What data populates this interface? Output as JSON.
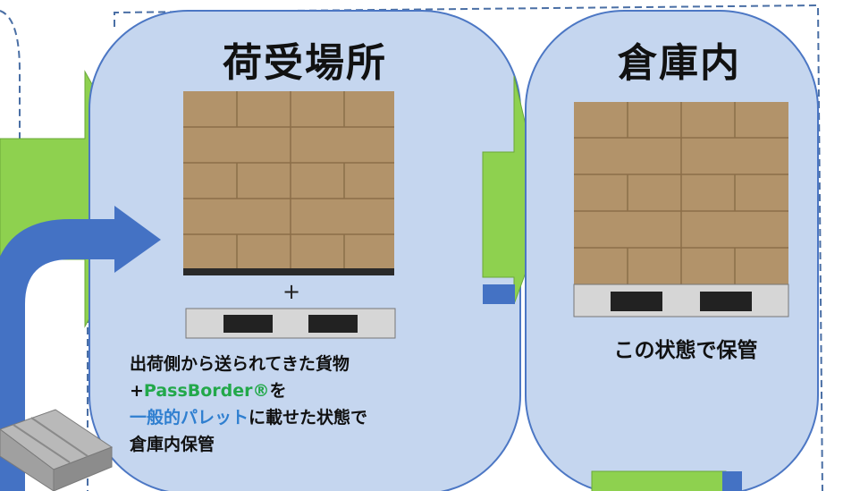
{
  "receiving": {
    "title": "荷受場所",
    "plus": "+",
    "caption_line1": "出荷側から送られてきた貨物",
    "caption_line2_prefix": "+",
    "caption_line2_brand": "PassBorder®",
    "caption_line2_suffix": "を",
    "caption_line3_highlight": "一般的パレット",
    "caption_line3_suffix": "に載せた状態で",
    "caption_line4": "倉庫内保管"
  },
  "warehouse": {
    "title": "倉庫内",
    "status": "この状態で保管"
  },
  "colors": {
    "panel_fill": "#c5d6ef",
    "panel_stroke": "#4c77c4",
    "arrow_green": "#8ed14f",
    "arrow_blue": "#4472c4",
    "brand_green": "#22a84a",
    "highlight_blue": "#2f7fd0"
  }
}
